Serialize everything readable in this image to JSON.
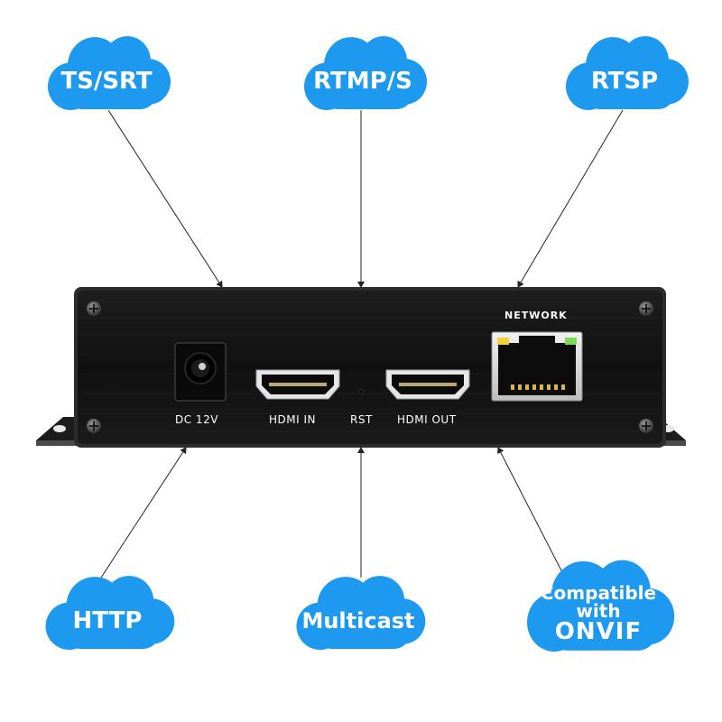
{
  "colors": {
    "cloud": "#1d9af0",
    "device_body": "#141414",
    "device_edge": "#2c2c2c",
    "arrow": "#222222"
  },
  "clouds": [
    {
      "id": "ts-srt",
      "label": "TS/SRT"
    },
    {
      "id": "rtmp-s",
      "label": "RTMP/S"
    },
    {
      "id": "rtsp",
      "label": "RTSP"
    },
    {
      "id": "http",
      "label": "HTTP"
    },
    {
      "id": "multicast",
      "label": "Multicast"
    },
    {
      "id": "onvif",
      "label_lines": [
        "Compatible",
        "with",
        "ONVIF"
      ]
    }
  ],
  "device": {
    "ports": [
      {
        "id": "dc",
        "label": "DC 12V"
      },
      {
        "id": "hdmi-in",
        "label": "HDMI IN"
      },
      {
        "id": "rst",
        "label": "RST"
      },
      {
        "id": "hdmi-out",
        "label": "HDMI OUT"
      },
      {
        "id": "network",
        "label": "NETWORK"
      }
    ]
  }
}
